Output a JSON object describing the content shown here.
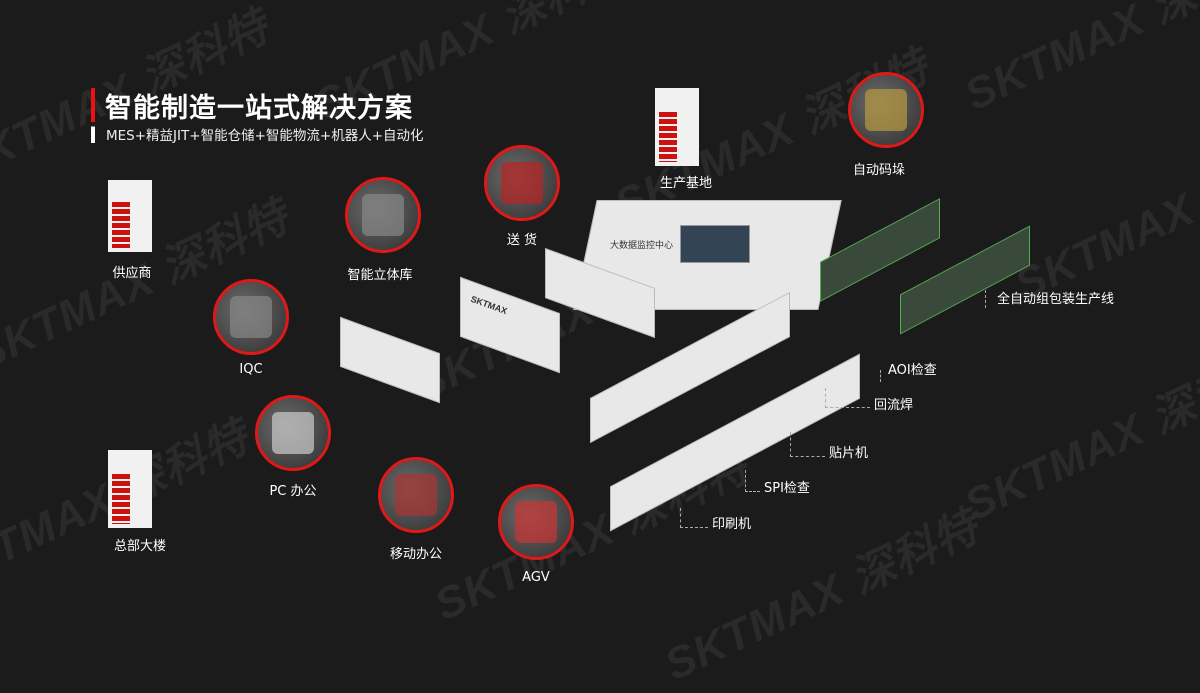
{
  "watermark": "SKTMAX 深科特",
  "header": {
    "title": "智能制造一站式解决方案",
    "subtitle": "MES+精益JIT+智能仓储+智能物流+机器人+自动化"
  },
  "nodes": {
    "supplier": "供应商",
    "warehouse": "智能立体库",
    "delivery": "送 货",
    "production_base": "生产基地",
    "palletizing": "自动码垛",
    "packaging_line": "全自动组包装生产线",
    "iqc": "IQC",
    "aoi": "AOI检查",
    "reflow": "回流焊",
    "mounter": "贴片机",
    "pc_office": "PC 办公",
    "spi": "SPI检查",
    "headquarters": "总部大楼",
    "mobile_office": "移动办公",
    "printer": "印刷机",
    "agv": "AGV"
  },
  "factory": {
    "monitor_center": "大数据监控中心",
    "rack_brand": "SKTMAX"
  },
  "colors": {
    "accent": "#e01818",
    "background": "#1b1b1b"
  }
}
